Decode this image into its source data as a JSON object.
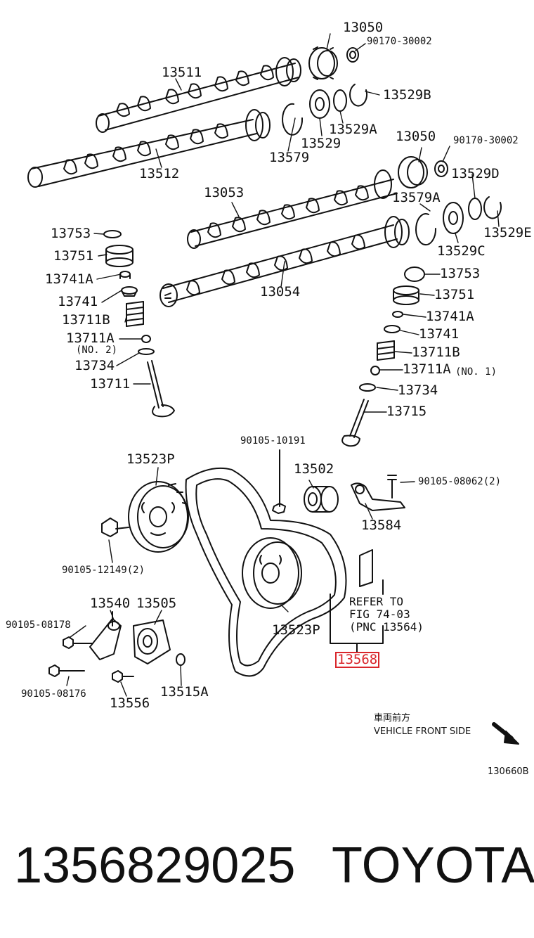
{
  "labels": {
    "l13050a": "13050",
    "l90170a": "90170-30002",
    "l13511": "13511",
    "l13529b": "13529B",
    "l13529a": "13529A",
    "l13529": "13529",
    "l13579": "13579",
    "l13512": "13512",
    "l13050b": "13050",
    "l90170b": "90170-30002",
    "l13529d": "13529D",
    "l13053": "13053",
    "l13579a": "13579A",
    "l13529e": "13529E",
    "l13529c": "13529C",
    "l13054": "13054",
    "l13753a": "13753",
    "l13751a": "13751",
    "l13741aa": "13741A",
    "l13741a": "13741",
    "l13711ba": "13711B",
    "l13711aa": "13711A",
    "l_no2": "(NO. 2)",
    "l13734a": "13734",
    "l13711": "13711",
    "l13753b": "13753",
    "l13751b": "13751",
    "l13741ab": "13741A",
    "l13741b": "13741",
    "l13711bb": "13711B",
    "l13711ab": "13711A",
    "l_no1": "(NO. 1)",
    "l13734b": "13734",
    "l13715": "13715",
    "l90105_10191": "90105-10191",
    "l13523p_a": "13523P",
    "l13502": "13502",
    "l90105_08062": "90105-08062(2)",
    "l13584": "13584",
    "l90105_12149": "90105-12149(2)",
    "l13540": "13540",
    "l13505": "13505",
    "l90105_08178": "90105-08178",
    "l13523p_b": "13523P",
    "l13568": "13568",
    "l90105_08176": "90105-08176",
    "l13556": "13556",
    "l13515a": "13515A",
    "refer1": "REFER TO",
    "refer2": "FIG 74-03",
    "refer3": "(PNC 13564)",
    "vfs_jp": "車両前方",
    "vfs_en": "VEHICLE FRONT SIDE",
    "illus_code": "130660B"
  },
  "footer": {
    "part_number": "1356829025",
    "brand": "TOYOTA"
  },
  "colors": {
    "ink": "#111111",
    "highlight": "#d9262b",
    "background": "#ffffff"
  }
}
